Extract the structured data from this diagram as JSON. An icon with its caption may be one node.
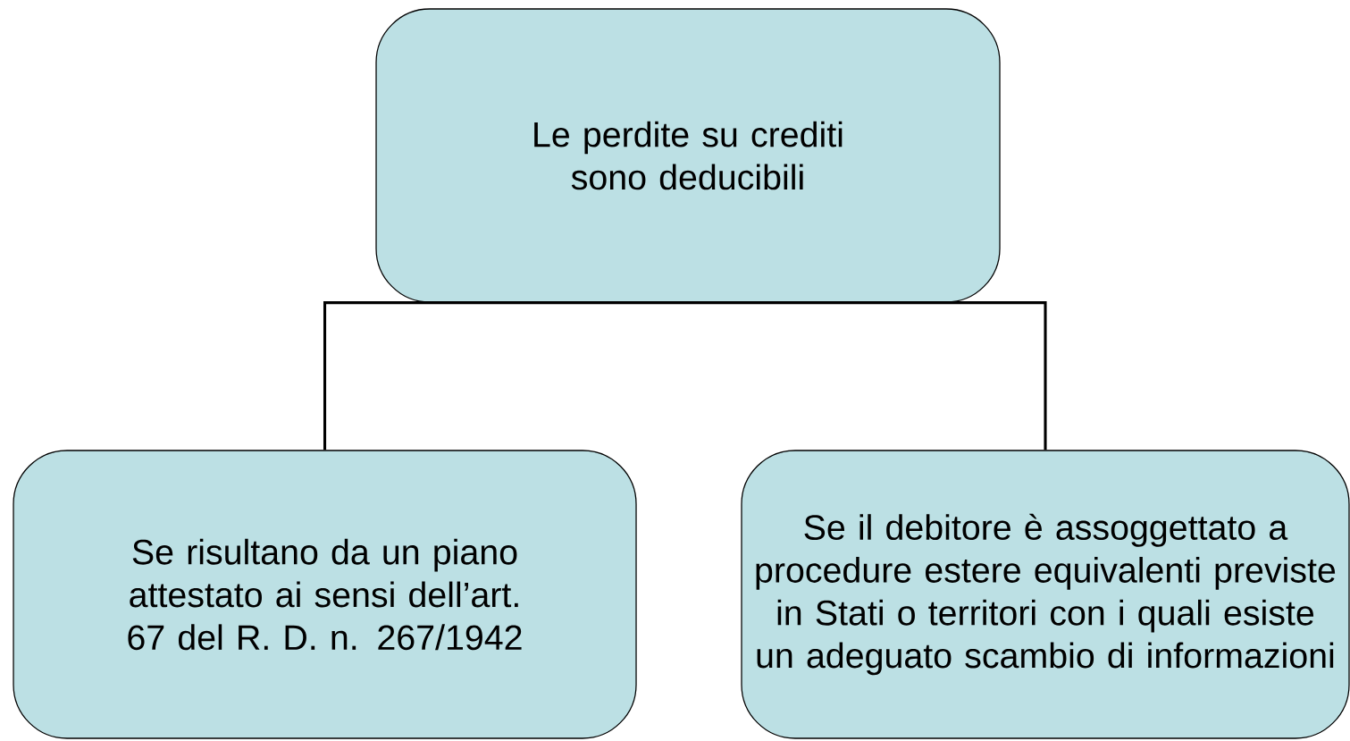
{
  "diagram": {
    "nodes": [
      {
        "text": [
          "Le perdite su crediti sono deducibili"
        ]
      },
      {
        "text": [
          "Se risultano da un piano attestato ai sensi dell’art. 67 del R. D. n. 267/1942"
        ]
      },
      {
        "text": [
          "Se il debitore è assoggettato a procedure estere equivalenti previste in Stati o territori con i quali esiste un adeguato scambio di informazioni"
        ]
      }
    ],
    "edges": [
      {
        "from": 0,
        "to": 1,
        "arrow": "none"
      },
      {
        "from": 0,
        "to": 2,
        "arrow": "none"
      }
    ]
  }
}
